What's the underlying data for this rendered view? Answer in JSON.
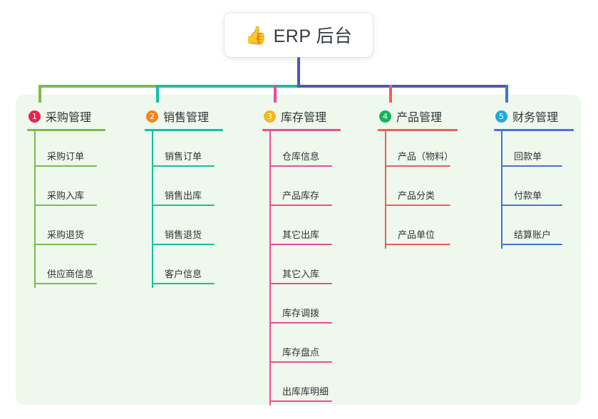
{
  "diagram": {
    "type": "org-chart-mindmap",
    "root": {
      "icon": "thumbs-up-icon",
      "emoji": "👍",
      "title": "ERP 后台"
    },
    "trunk_color": "#4e56b5",
    "panel_color": "#eef8ec",
    "columns": [
      {
        "number": "1",
        "title": "采购管理",
        "badge_color": "#e8254f",
        "line_color": "#7cbb4a",
        "items": [
          {
            "label": "采购订单"
          },
          {
            "label": "采购入库"
          },
          {
            "label": "采购退货"
          },
          {
            "label": "供应商信息"
          }
        ]
      },
      {
        "number": "2",
        "title": "销售管理",
        "badge_color": "#f5841f",
        "line_color": "#15bfa5",
        "items": [
          {
            "label": "销售订单"
          },
          {
            "label": "销售出库"
          },
          {
            "label": "销售退货"
          },
          {
            "label": "客户信息"
          }
        ]
      },
      {
        "number": "3",
        "title": "库存管理",
        "badge_color": "#f5b81f",
        "line_color": "#ec4d96",
        "items": [
          {
            "label": "仓库信息"
          },
          {
            "label": "产品库存"
          },
          {
            "label": "其它出库"
          },
          {
            "label": "其它入库"
          },
          {
            "label": "库存调拨"
          },
          {
            "label": "库存盘点"
          },
          {
            "label": "出库库明细"
          }
        ]
      },
      {
        "number": "4",
        "title": "产品管理",
        "badge_color": "#19b35a",
        "line_color": "#f25c5c",
        "items": [
          {
            "label": "产品（物料）"
          },
          {
            "label": "产品分类"
          },
          {
            "label": "产品单位"
          }
        ]
      },
      {
        "number": "5",
        "title": "财务管理",
        "badge_color": "#22a7e0",
        "line_color": "#4472d8",
        "items": [
          {
            "label": "回款单"
          },
          {
            "label": "付款单"
          },
          {
            "label": "结算账户"
          }
        ]
      }
    ]
  }
}
